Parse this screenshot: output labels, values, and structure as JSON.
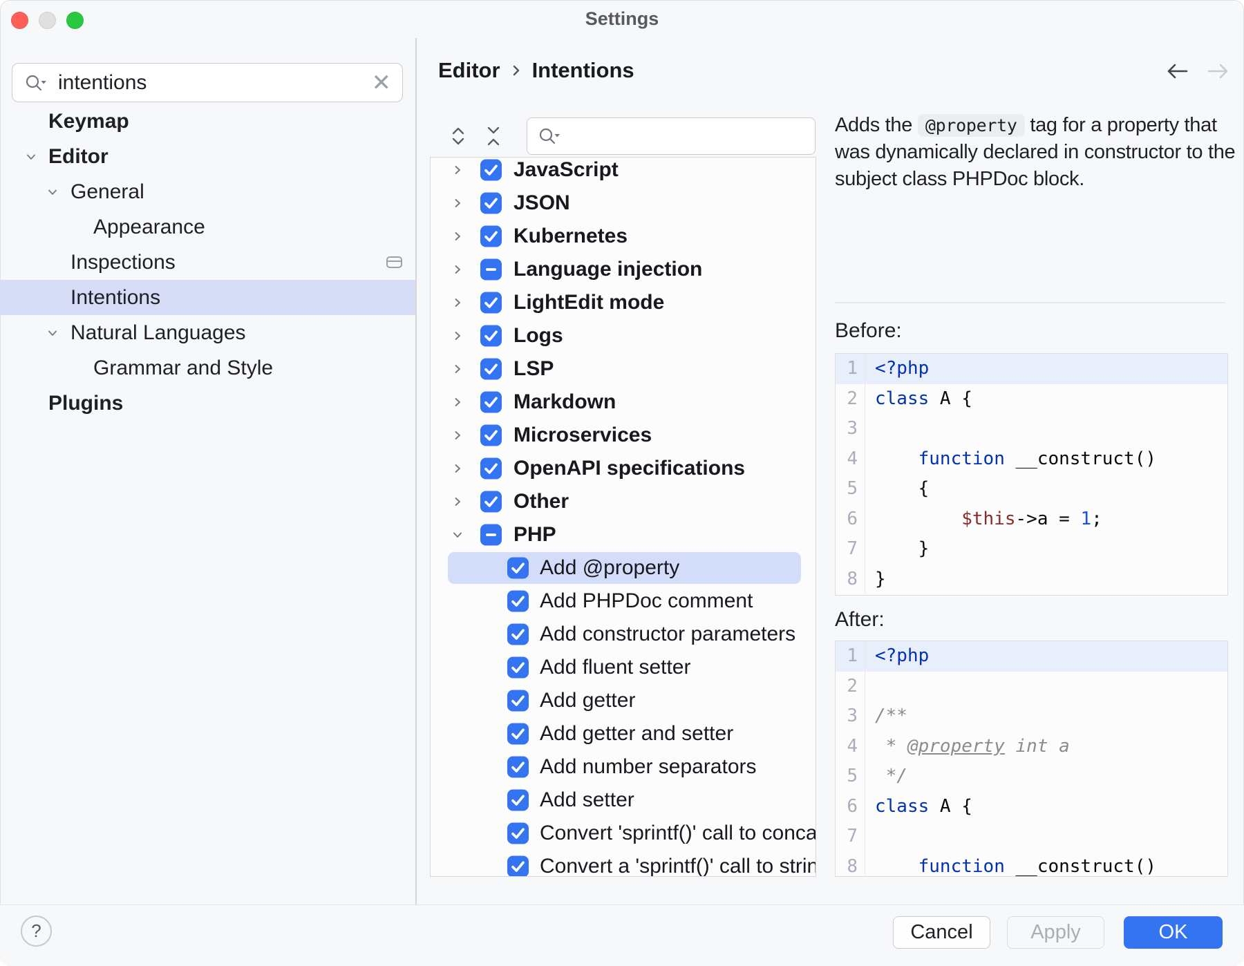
{
  "window": {
    "title": "Settings"
  },
  "sidebar": {
    "search": {
      "value": "intentions"
    },
    "items": [
      {
        "label": "Keymap",
        "level": 1,
        "bold": true
      },
      {
        "label": "Editor",
        "level": 1,
        "bold": true,
        "expanded": true
      },
      {
        "label": "General",
        "level": 2,
        "expanded": true
      },
      {
        "label": "Appearance",
        "level": 3
      },
      {
        "label": "Inspections",
        "level": 2,
        "trailing_icon": "settings-page-icon"
      },
      {
        "label": "Intentions",
        "level": 2,
        "selected": true
      },
      {
        "label": "Natural Languages",
        "level": 2,
        "expanded": true
      },
      {
        "label": "Grammar and Style",
        "level": 3
      },
      {
        "label": "Plugins",
        "level": 1,
        "bold": true
      }
    ]
  },
  "main": {
    "breadcrumb": {
      "parts": [
        "Editor",
        "Intentions"
      ]
    },
    "nav": {
      "back_enabled": true,
      "forward_enabled": false
    }
  },
  "tree": {
    "search_value": "",
    "items": [
      {
        "label": "JavaScript",
        "kind": "parent",
        "state": "checked"
      },
      {
        "label": "JSON",
        "kind": "parent",
        "state": "checked"
      },
      {
        "label": "Kubernetes",
        "kind": "parent",
        "state": "checked"
      },
      {
        "label": "Language injection",
        "kind": "parent",
        "state": "indeterminate"
      },
      {
        "label": "LightEdit mode",
        "kind": "parent",
        "state": "checked"
      },
      {
        "label": "Logs",
        "kind": "parent",
        "state": "checked"
      },
      {
        "label": "LSP",
        "kind": "parent",
        "state": "checked"
      },
      {
        "label": "Markdown",
        "kind": "parent",
        "state": "checked"
      },
      {
        "label": "Microservices",
        "kind": "parent",
        "state": "checked"
      },
      {
        "label": "OpenAPI specifications",
        "kind": "parent",
        "state": "checked"
      },
      {
        "label": "Other",
        "kind": "parent",
        "state": "checked"
      },
      {
        "label": "PHP",
        "kind": "parent",
        "state": "indeterminate",
        "expanded": true
      },
      {
        "label": "Add @property",
        "kind": "child",
        "state": "checked",
        "selected": true
      },
      {
        "label": "Add PHPDoc comment",
        "kind": "child",
        "state": "checked"
      },
      {
        "label": "Add constructor parameters",
        "kind": "child",
        "state": "checked"
      },
      {
        "label": "Add fluent setter",
        "kind": "child",
        "state": "checked"
      },
      {
        "label": "Add getter",
        "kind": "child",
        "state": "checked"
      },
      {
        "label": "Add getter and setter",
        "kind": "child",
        "state": "checked"
      },
      {
        "label": "Add number separators",
        "kind": "child",
        "state": "checked"
      },
      {
        "label": "Add setter",
        "kind": "child",
        "state": "checked"
      },
      {
        "label": "Convert 'sprintf()' call to concate",
        "kind": "child",
        "state": "checked"
      },
      {
        "label": "Convert a 'sprintf()' call to string",
        "kind": "child",
        "state": "checked"
      }
    ]
  },
  "detail": {
    "description": {
      "prefix": "Adds the ",
      "code": "@property",
      "suffix": " tag for a property that was dynamically declared in constructor to the subject class PHPDoc block."
    },
    "before": {
      "label": "Before:",
      "lines": [
        {
          "n": 1,
          "hl": true,
          "tokens": [
            [
              "kw",
              "<?php"
            ]
          ]
        },
        {
          "n": 2,
          "tokens": [
            [
              "kw",
              "class"
            ],
            [
              "pl",
              " A {"
            ]
          ]
        },
        {
          "n": 3,
          "tokens": []
        },
        {
          "n": 4,
          "tokens": [
            [
              "pl",
              "    "
            ],
            [
              "kw",
              "function"
            ],
            [
              "pl",
              " __construct()"
            ]
          ]
        },
        {
          "n": 5,
          "tokens": [
            [
              "pl",
              "    {"
            ]
          ]
        },
        {
          "n": 6,
          "tokens": [
            [
              "pl",
              "        "
            ],
            [
              "var",
              "$this"
            ],
            [
              "pl",
              "->a = "
            ],
            [
              "num",
              "1"
            ],
            [
              "pl",
              ";"
            ]
          ]
        },
        {
          "n": 7,
          "tokens": [
            [
              "pl",
              "    }"
            ]
          ]
        },
        {
          "n": 8,
          "tokens": [
            [
              "pl",
              "}"
            ]
          ]
        }
      ]
    },
    "after": {
      "label": "After:",
      "lines": [
        {
          "n": 1,
          "hl": true,
          "tokens": [
            [
              "kw",
              "<?php"
            ]
          ]
        },
        {
          "n": 2,
          "tokens": []
        },
        {
          "n": 3,
          "tokens": [
            [
              "doc",
              "/**"
            ]
          ]
        },
        {
          "n": 4,
          "tokens": [
            [
              "doc",
              " * "
            ],
            [
              "doctag",
              "@property"
            ],
            [
              "doc",
              " int a"
            ]
          ]
        },
        {
          "n": 5,
          "tokens": [
            [
              "doc",
              " */"
            ]
          ]
        },
        {
          "n": 6,
          "tokens": [
            [
              "kw",
              "class"
            ],
            [
              "pl",
              " A {"
            ]
          ]
        },
        {
          "n": 7,
          "tokens": []
        },
        {
          "n": 8,
          "tokens": [
            [
              "pl",
              "    "
            ],
            [
              "kw",
              "function"
            ],
            [
              "pl",
              " __construct()"
            ]
          ]
        }
      ]
    }
  },
  "footer": {
    "help": "?",
    "cancel": "Cancel",
    "apply": "Apply",
    "ok": "OK"
  },
  "colors": {
    "accent": "#3574F0",
    "sidebar_selection": "#D6DCF5",
    "tree_selection": "#D3DDFA",
    "keyword": "#0033B3",
    "number": "#1750EB",
    "variable": "#8C2B2B",
    "doc_comment": "#8C8C8C"
  }
}
